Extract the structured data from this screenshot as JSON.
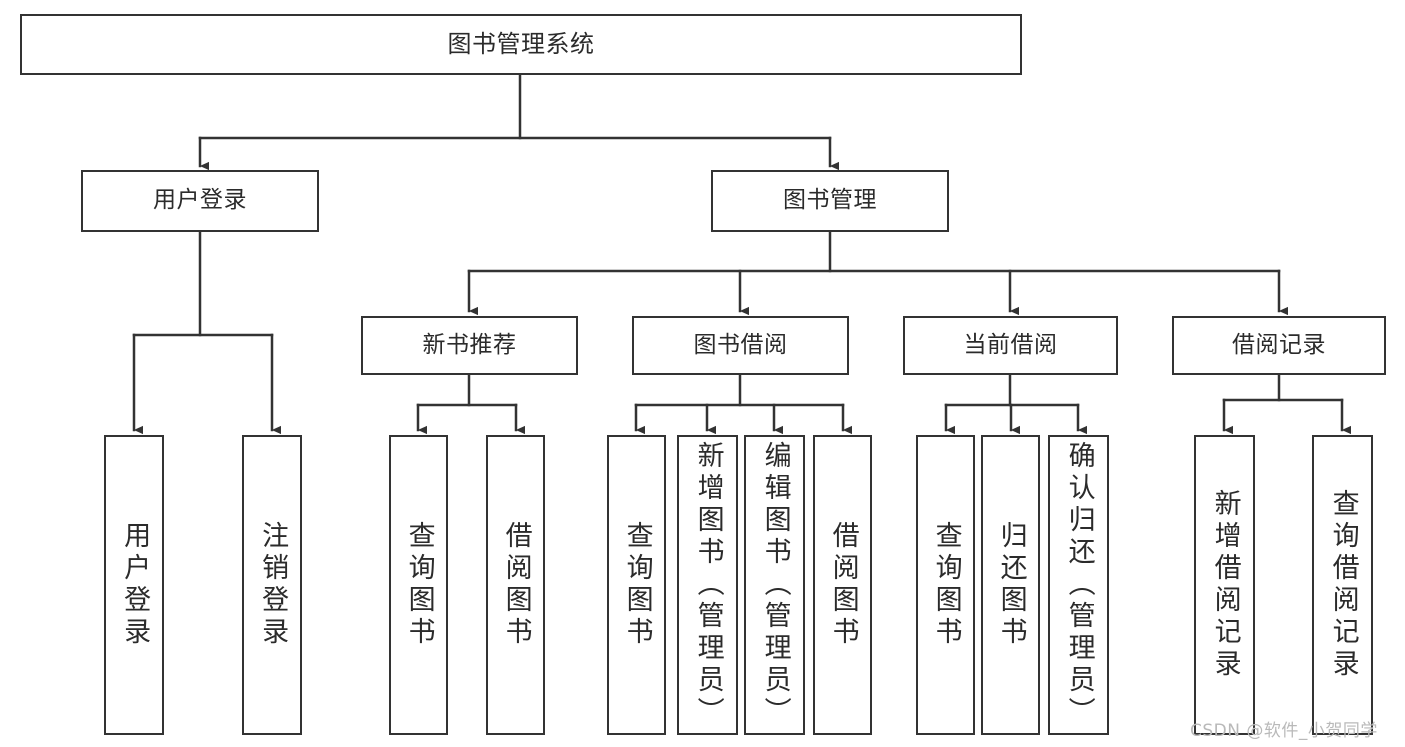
{
  "diagram": {
    "type": "hierarchy-tree",
    "title": "图书管理系统",
    "orientation": "top-down",
    "colors": {
      "box_border": "#333333",
      "box_fill": "#ffffff",
      "connector": "#333333",
      "text": "#2b2b2b",
      "watermark": "#b9b9b9",
      "background": "#ffffff"
    },
    "nodes": {
      "root": {
        "label": "图书管理系统"
      },
      "level2": [
        {
          "label": "用户登录"
        },
        {
          "label": "图书管理"
        }
      ],
      "level3": [
        {
          "label": "新书推荐"
        },
        {
          "label": "图书借阅"
        },
        {
          "label": "当前借阅"
        },
        {
          "label": "借阅记录"
        }
      ],
      "leaves_user_login": [
        {
          "label": "用户登录"
        },
        {
          "label": "注销登录"
        }
      ],
      "leaves_new_book": [
        {
          "label": "查询图书"
        },
        {
          "label": "借阅图书"
        }
      ],
      "leaves_book_borrow": [
        {
          "label": "查询图书"
        },
        {
          "label": "新增图书（管理员）"
        },
        {
          "label": "编辑图书（管理员）"
        },
        {
          "label": "借阅图书"
        }
      ],
      "leaves_current_borrow": [
        {
          "label": "查询图书"
        },
        {
          "label": "归还图书"
        },
        {
          "label": "确认归还（管理员）"
        }
      ],
      "leaves_borrow_record": [
        {
          "label": "新增借阅记录"
        },
        {
          "label": "查询借阅记录"
        }
      ]
    }
  },
  "watermark": {
    "text": "CSDN @软件_小贺同学"
  }
}
